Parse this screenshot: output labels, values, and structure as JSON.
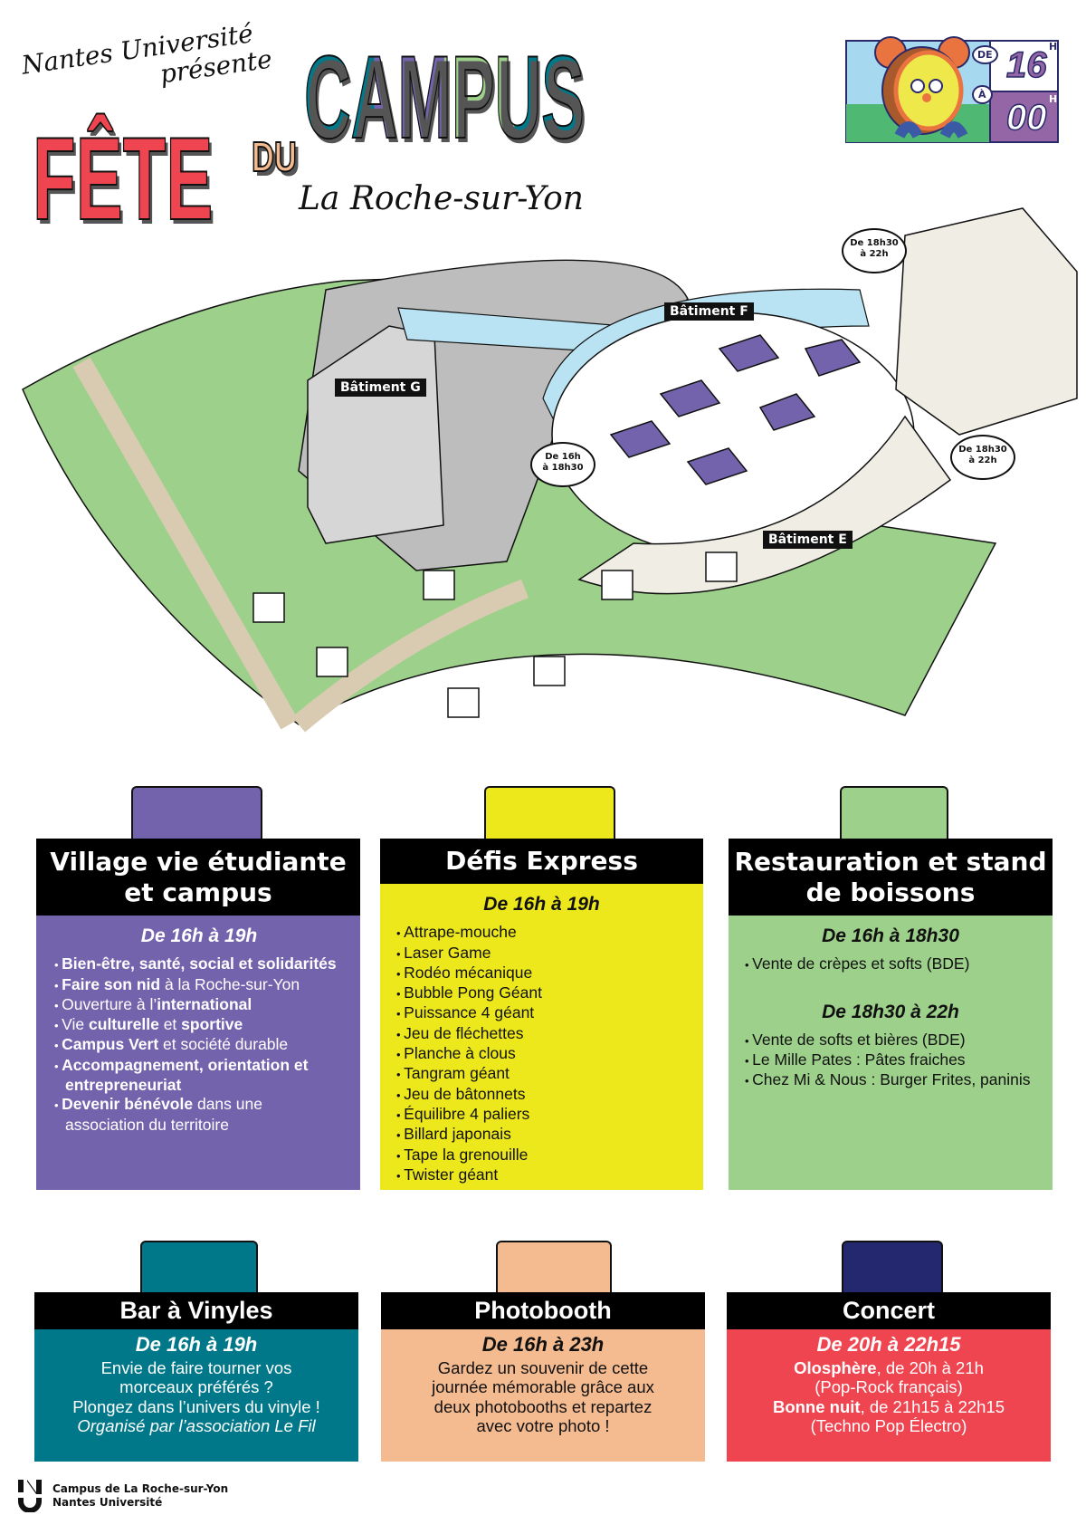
{
  "header": {
    "presenter_line1": "Nantes Université",
    "presenter_line2": "présente",
    "title_fete": "FÊTE",
    "title_du": "DU",
    "title_campus": "CAMPUS",
    "location": "La Roche-sur-Yon"
  },
  "clock_badge": {
    "de": "DE",
    "start": "16",
    "h1": "H",
    "a": "À",
    "end": "00",
    "h2": "H"
  },
  "map": {
    "buildings": {
      "g": "Bâtiment G",
      "f": "Bâtiment F",
      "e": "Bâtiment E"
    },
    "bubbles": [
      {
        "line1": "De 18h30",
        "line2": "à 22h"
      },
      {
        "line1": "De 16h",
        "line2": "à 18h30"
      },
      {
        "line1": "De 18h30",
        "line2": "à 22h"
      }
    ]
  },
  "sections": [
    {
      "title_line1": "Village vie étudiante",
      "title_line2": "et campus",
      "time": "De 16h à 19h",
      "color": "#7363ad",
      "items": [
        {
          "bold": "Bien-être, santé, social et solidarités",
          "rest": ""
        },
        {
          "bold": "Faire son nid",
          "rest": " à la Roche-sur-Yon"
        },
        {
          "pre": "Ouverture à l’",
          "bold": "international"
        },
        {
          "pre": "Vie ",
          "bold": "culturelle",
          "mid": " et ",
          "bold2": "sportive"
        },
        {
          "bold": "Campus Vert",
          "rest": " et société durable"
        },
        {
          "bold": "Accompagnement, orientation et entrepreneuriat",
          "rest": ""
        },
        {
          "bold": "Devenir bénévole",
          "rest": " dans une association du territoire"
        }
      ]
    },
    {
      "title_line1": "Défis Express",
      "time": "De 16h à 19h",
      "color": "#ede81c",
      "items": [
        "Attrape-mouche",
        "Laser Game",
        "Rodéo mécanique",
        "Bubble Pong Géant",
        "Puissance 4 géant",
        "Jeu de fléchettes",
        "Planche à clous",
        "Tangram géant",
        "Jeu de bâtonnets",
        "Équilibre 4 paliers",
        "Billard japonais",
        "Tape la grenouille",
        "Twister géant"
      ]
    },
    {
      "title_line1": "Restauration et stand",
      "title_line2": "de boissons",
      "color": "#9dd08a",
      "time1": "De 16h à 18h30",
      "items1": [
        "Vente de crèpes et softs (BDE)"
      ],
      "time2": "De 18h30 à 22h",
      "items2": [
        "Vente de softs et bières (BDE)",
        "Le Mille Pates : Pâtes fraiches",
        "Chez Mi & Nous : Burger Frites, paninis"
      ]
    },
    {
      "title": "Bar à Vinyles",
      "time": "De 16h à 19h",
      "color": "#00788a",
      "lines": [
        "Envie de faire tourner vos",
        "morceaux préférés ?",
        "Plongez dans l’univers du vinyle !"
      ],
      "italic": "Organisé par l’association Le Fil"
    },
    {
      "title": "Photobooth",
      "time": "De 16h à 23h",
      "color": "#f5bb90",
      "lines": [
        "Gardez un souvenir de cette",
        "journée mémorable grâce aux",
        "deux photobooths et repartez",
        "avec votre photo !"
      ]
    },
    {
      "title": "Concert",
      "time": "De 20h à 22h15",
      "color": "#ef4550",
      "acts": [
        {
          "name": "Olosphère",
          "time": ", de 20h à 21h",
          "genre": "(Pop-Rock français)"
        },
        {
          "name": "Bonne nuit",
          "time": ", de 21h15 à 22h15",
          "genre": "(Techno Pop Électro)"
        }
      ]
    }
  ],
  "footer": {
    "line1": "Campus de La Roche-sur-Yon",
    "line2": "Nantes Université"
  }
}
